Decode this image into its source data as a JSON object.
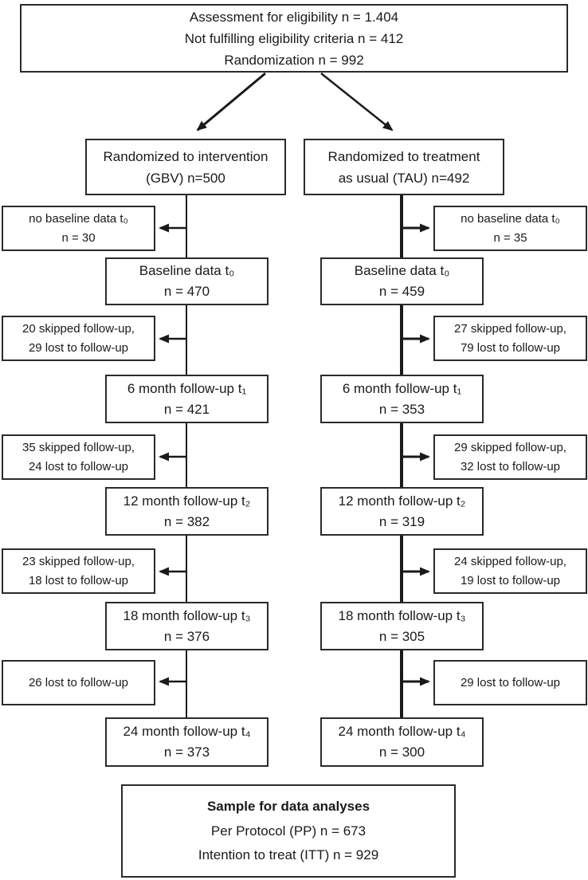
{
  "colors": {
    "ink": "#1a1a1a",
    "box_border": "#2b2b2b",
    "background": "#ffffff"
  },
  "top_box": {
    "line1": "Assessment for eligibility n = 1.404",
    "line2": "Not fulfilling eligibility criteria n = 412",
    "line3": "Randomization n = 992"
  },
  "left_arm": {
    "randomized": {
      "line1": "Randomized to intervention",
      "line2": "(GBV) n=500"
    },
    "exclusions": [
      {
        "line1": "no baseline data t₀",
        "line2": "n = 30"
      },
      {
        "line1": "20 skipped follow-up,",
        "line2": "29 lost to follow-up"
      },
      {
        "line1": "35 skipped follow-up,",
        "line2": "24 lost to follow-up"
      },
      {
        "line1": "23 skipped follow-up,",
        "line2": "18 lost to follow-up"
      },
      {
        "line1": "26 lost to follow-up"
      }
    ],
    "stages": [
      {
        "line1": "Baseline data t₀",
        "line2": "n = 470"
      },
      {
        "line1": "6 month follow-up t₁",
        "line2": "n = 421"
      },
      {
        "line1": "12 month follow-up t₂",
        "line2": "n = 382"
      },
      {
        "line1": "18 month follow-up t₃",
        "line2": "n = 376"
      },
      {
        "line1": "24 month follow-up t₄",
        "line2": "n = 373"
      }
    ]
  },
  "right_arm": {
    "randomized": {
      "line1": "Randomized to treatment",
      "line2": "as usual (TAU) n=492"
    },
    "exclusions": [
      {
        "line1": "no baseline data t₀",
        "line2": "n = 35"
      },
      {
        "line1": "27 skipped follow-up,",
        "line2": "79 lost to follow-up"
      },
      {
        "line1": "29 skipped follow-up,",
        "line2": "32 lost to follow-up"
      },
      {
        "line1": "24 skipped follow-up,",
        "line2": "19 lost to follow-up"
      },
      {
        "line1": "29 lost to follow-up"
      }
    ],
    "stages": [
      {
        "line1": "Baseline data t₀",
        "line2": "n = 459"
      },
      {
        "line1": "6 month follow-up t₁",
        "line2": "n = 353"
      },
      {
        "line1": "12 month follow-up t₂",
        "line2": "n = 319"
      },
      {
        "line1": "18 month follow-up t₃",
        "line2": "n = 305"
      },
      {
        "line1": "24 month follow-up t₄",
        "line2": "n = 300"
      }
    ]
  },
  "bottom_box": {
    "title": "Sample for data analyses",
    "line1": "Per Protocol (PP) n = 673",
    "line2": "Intention to treat (ITT) n = 929"
  }
}
